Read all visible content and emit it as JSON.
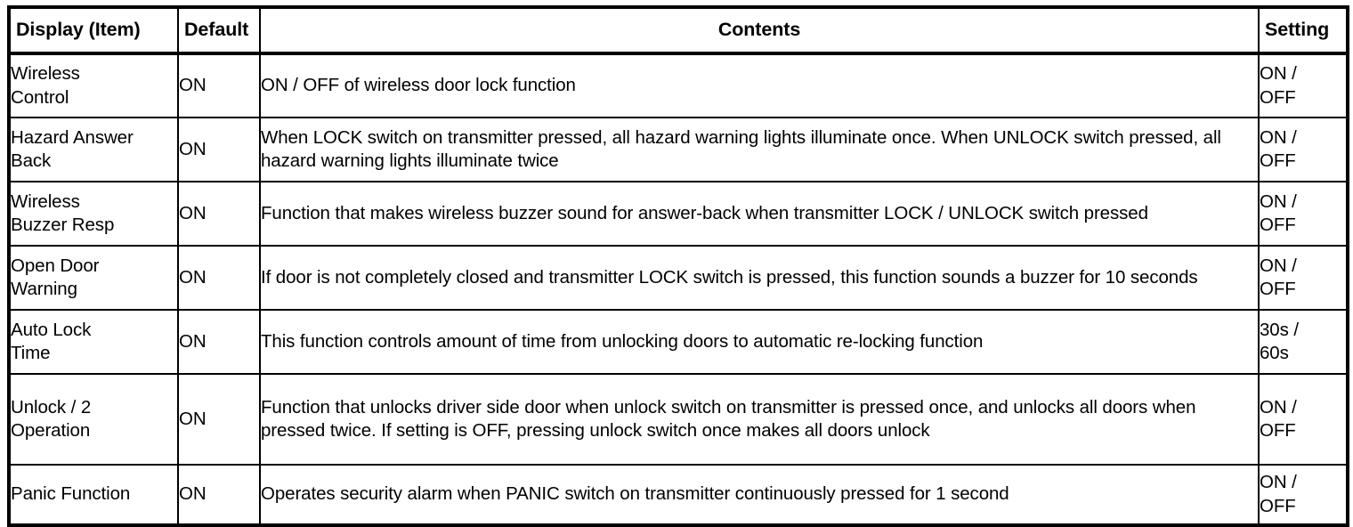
{
  "table": {
    "columns": [
      {
        "key": "display",
        "label": "Display (Item)"
      },
      {
        "key": "default",
        "label": "Default"
      },
      {
        "key": "contents",
        "label": "Contents"
      },
      {
        "key": "setting",
        "label": "Setting"
      }
    ],
    "rows": [
      {
        "display": "Wireless\nControl",
        "default": "ON",
        "contents": "ON / OFF of wireless door lock function",
        "setting": "ON /\nOFF"
      },
      {
        "display": "Hazard Answer\nBack",
        "default": "ON",
        "contents": "When LOCK switch on transmitter pressed, all hazard warning lights illuminate once. When UNLOCK switch pressed, all hazard warning lights illuminate twice",
        "setting": "ON /\nOFF"
      },
      {
        "display": "Wireless\nBuzzer Resp",
        "default": "ON",
        "contents": "Function that makes wireless buzzer sound for answer-back when transmitter LOCK / UNLOCK switch pressed",
        "setting": "ON /\nOFF"
      },
      {
        "display": "Open Door\nWarning",
        "default": "ON",
        "contents": "If door is not completely closed and transmitter LOCK switch is pressed, this function sounds a buzzer for 10 seconds",
        "setting": "ON /\nOFF"
      },
      {
        "display": "Auto Lock\nTime",
        "default": "ON",
        "contents": "This function controls amount of time from unlocking doors to automatic re-locking function",
        "setting": "30s /\n60s"
      },
      {
        "display": "Unlock / 2\nOperation",
        "default": "ON",
        "contents": "Function that unlocks driver side door when unlock switch on transmitter is pressed once, and unlocks all doors when pressed twice. If setting is OFF, pressing unlock switch once makes all doors unlock",
        "setting": "ON /\nOFF"
      },
      {
        "display": "Panic Function",
        "default": "ON",
        "contents": "Operates security alarm when PANIC switch on transmitter continuously pressed for 1 second",
        "setting": "ON /\nOFF"
      }
    ]
  },
  "colors": {
    "border": "#000000",
    "text": "#000000",
    "background": "#ffffff"
  }
}
